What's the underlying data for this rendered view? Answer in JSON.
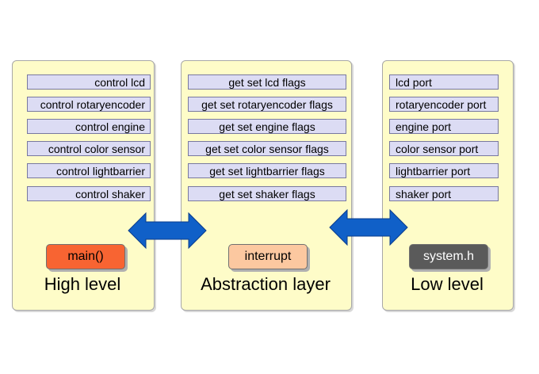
{
  "high": {
    "items": [
      "control lcd",
      "control rotaryencoder",
      "control engine",
      "control color sensor",
      "control lightbarrier",
      "control shaker"
    ],
    "badge": "main()",
    "label": "High level"
  },
  "abstraction": {
    "items": [
      "get set lcd flags",
      "get set rotaryencoder flags",
      "get set engine flags",
      "get set color sensor flags",
      "get set lightbarrier flags",
      "get set shaker flags"
    ],
    "badge": "interrupt",
    "label": "Abstraction layer"
  },
  "low": {
    "items": [
      "lcd port",
      "rotaryencoder port",
      "engine port",
      "color sensor port",
      "lightbarrier port",
      "shaker port"
    ],
    "badge": "system.h",
    "label": "Low level"
  },
  "colors": {
    "panel_fill": "#fefcc8",
    "item_fill": "#dcdcf4",
    "arrow_fill": "#1060c8",
    "main_badge": "#f86432",
    "interrupt_badge": "#fcc8a0",
    "system_badge": "#5a5a5a"
  }
}
